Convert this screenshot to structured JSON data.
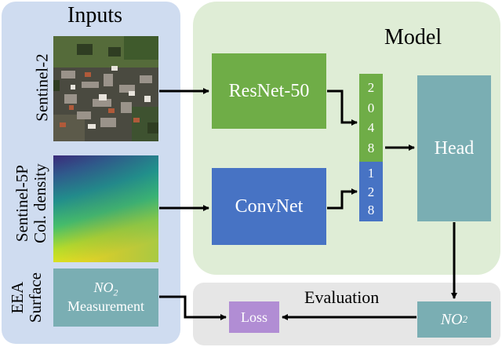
{
  "inputs": {
    "title": "Inputs",
    "sentinel2_label": "Sentinel-2",
    "sentinel5p_label_line1": "Sentinel-5P",
    "sentinel5p_label_line2": "Col. density",
    "eea_label_line1": "EEA",
    "eea_label_line2": "Surface",
    "eea_box_line1": "NO",
    "eea_box_sub": "2",
    "eea_box_line2": "Measurement"
  },
  "model": {
    "title": "Model",
    "resnet_label": "ResNet-50",
    "convnet_label": "ConvNet",
    "head_label": "Head",
    "vector_top_digits": [
      "2",
      "0",
      "4",
      "8"
    ],
    "vector_bottom_digits": [
      "1",
      "2",
      "8"
    ]
  },
  "evaluation": {
    "title": "Evaluation",
    "loss_label": "Loss",
    "output_label": "NO",
    "output_sub": "2"
  },
  "colors": {
    "inputs_bg": "#cfdcf0",
    "model_bg": "#dfedd6",
    "eval_bg": "#e6e6e6",
    "green_box": "#6fad47",
    "blue_box": "#4773c4",
    "teal_box": "#7aaeb3",
    "purple_box": "#b18dd4"
  }
}
